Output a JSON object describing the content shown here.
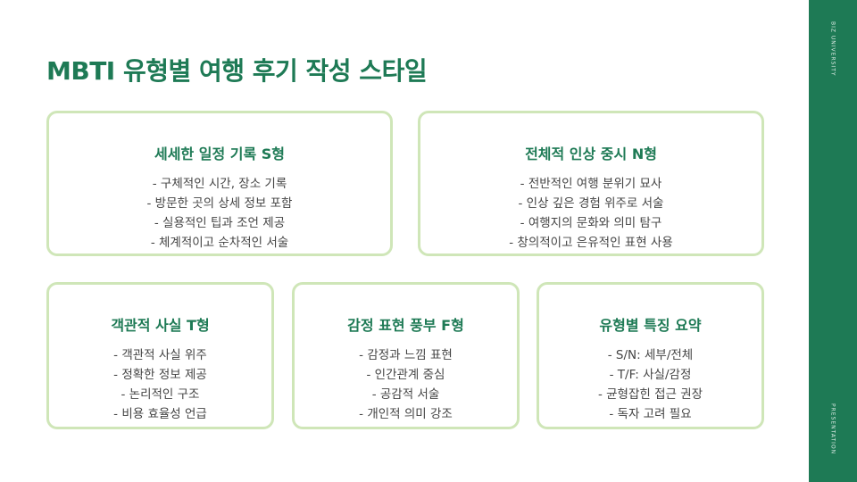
{
  "sidebar": {
    "top_text": "BIZ UNIVERSITY",
    "bottom_text": "PRESENTATION"
  },
  "title": "MBTI 유형별 여행 후기 작성 스타일",
  "cards": [
    {
      "title": "세세한 일정 기록 S형",
      "lines": [
        "- 구체적인 시간, 장소 기록",
        "- 방문한 곳의 상세 정보 포함",
        "- 실용적인 팁과 조언 제공",
        "- 체계적이고 순차적인 서술"
      ]
    },
    {
      "title": "전체적 인상 중시 N형",
      "lines": [
        "- 전반적인 여행 분위기 묘사",
        "- 인상 깊은 경험 위주로 서술",
        "- 여행지의 문화와 의미 탐구",
        "- 창의적이고 은유적인 표현 사용"
      ]
    },
    {
      "title": "객관적 사실 T형",
      "lines": [
        "- 객관적 사실 위주",
        "- 정확한 정보 제공",
        "- 논리적인 구조",
        "- 비용 효율성 언급"
      ]
    },
    {
      "title": "감정 표현 풍부 F형",
      "lines": [
        "- 감정과 느낌 표현",
        "- 인간관계 중심",
        "- 공감적 서술",
        "- 개인적 의미 강조"
      ]
    },
    {
      "title": "유형별 특징 요약",
      "lines": [
        "- S/N: 세부/전체",
        "- T/F: 사실/감정",
        "- 균형잡힌 접근 권장",
        "- 독자 고려 필요"
      ]
    }
  ],
  "colors": {
    "accent": "#1e7a55",
    "card_border": "#cfe6b8"
  }
}
